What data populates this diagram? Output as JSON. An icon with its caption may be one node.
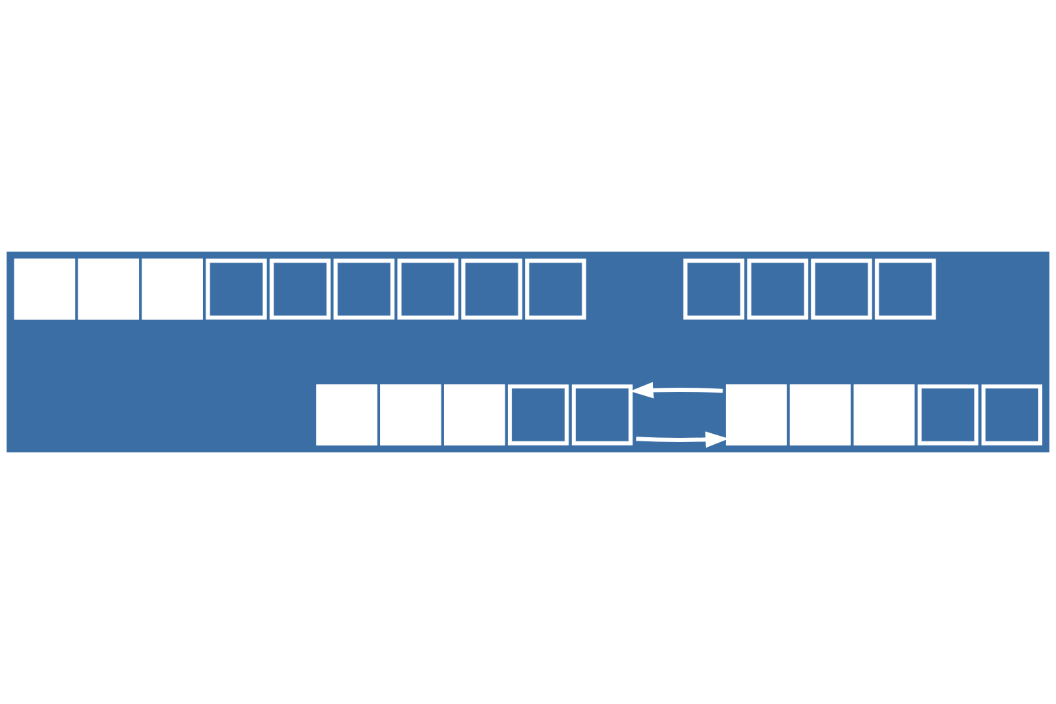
{
  "diagram": {
    "nodes": [
      {
        "text": [],
        "shape": "bar"
      },
      {
        "text": [],
        "shape": "bar"
      },
      {
        "text": [],
        "shape": "bar"
      }
    ],
    "edges": [
      {
        "from": 1,
        "to": 2,
        "arrow": "to"
      },
      {
        "from": 2,
        "to": 1,
        "arrow": "to"
      }
    ]
  }
}
